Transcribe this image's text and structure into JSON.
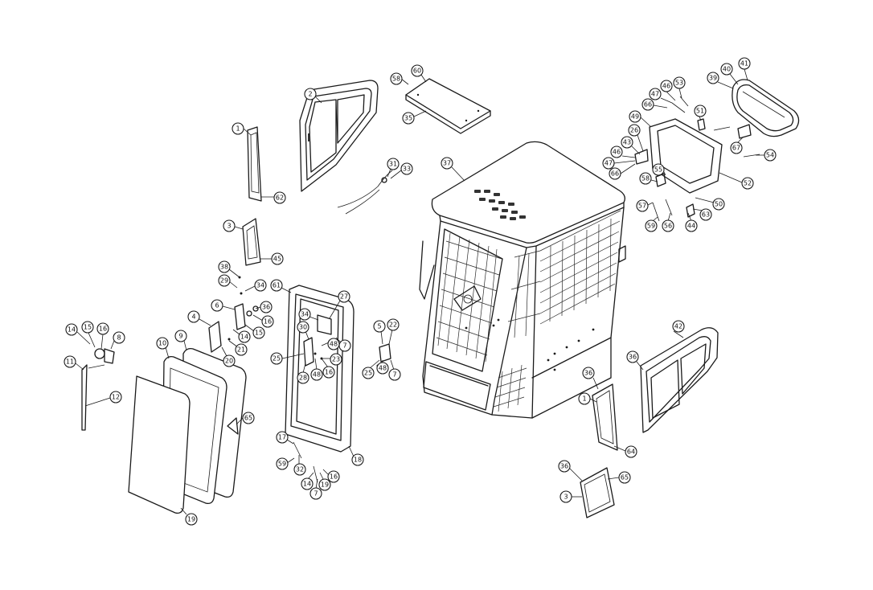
{
  "diagram": {
    "callouts": [
      {
        "id": "c1a",
        "label": "1"
      },
      {
        "id": "c62",
        "label": "62"
      },
      {
        "id": "c2",
        "label": "2"
      },
      {
        "id": "c3a",
        "label": "3"
      },
      {
        "id": "c45",
        "label": "45"
      },
      {
        "id": "c60",
        "label": "60"
      },
      {
        "id": "c58a",
        "label": "58"
      },
      {
        "id": "c35",
        "label": "35"
      },
      {
        "id": "c31",
        "label": "31"
      },
      {
        "id": "c33",
        "label": "33"
      },
      {
        "id": "c37",
        "label": "37"
      },
      {
        "id": "c39",
        "label": "39"
      },
      {
        "id": "c40",
        "label": "40"
      },
      {
        "id": "c41",
        "label": "41"
      },
      {
        "id": "c47a",
        "label": "47"
      },
      {
        "id": "c46a",
        "label": "46"
      },
      {
        "id": "c53",
        "label": "53"
      },
      {
        "id": "c66a",
        "label": "66"
      },
      {
        "id": "c51",
        "label": "51"
      },
      {
        "id": "c49",
        "label": "49"
      },
      {
        "id": "c26",
        "label": "26"
      },
      {
        "id": "c43",
        "label": "43"
      },
      {
        "id": "c46b",
        "label": "46"
      },
      {
        "id": "c47b",
        "label": "47"
      },
      {
        "id": "c66b",
        "label": "66"
      },
      {
        "id": "c55",
        "label": "55"
      },
      {
        "id": "c58b",
        "label": "58"
      },
      {
        "id": "c67",
        "label": "67"
      },
      {
        "id": "c54",
        "label": "54"
      },
      {
        "id": "c52",
        "label": "52"
      },
      {
        "id": "c57",
        "label": "57"
      },
      {
        "id": "c50",
        "label": "50"
      },
      {
        "id": "c59a",
        "label": "59"
      },
      {
        "id": "c56",
        "label": "56"
      },
      {
        "id": "c44",
        "label": "44"
      },
      {
        "id": "c63",
        "label": "63"
      },
      {
        "id": "c38",
        "label": "38"
      },
      {
        "id": "c29",
        "label": "29"
      },
      {
        "id": "c34a",
        "label": "34"
      },
      {
        "id": "c6",
        "label": "6"
      },
      {
        "id": "c4",
        "label": "4"
      },
      {
        "id": "c36a",
        "label": "36"
      },
      {
        "id": "c15a",
        "label": "15"
      },
      {
        "id": "c16a",
        "label": "16"
      },
      {
        "id": "c14a",
        "label": "14"
      },
      {
        "id": "c21",
        "label": "21"
      },
      {
        "id": "c20",
        "label": "20"
      },
      {
        "id": "c61",
        "label": "61"
      },
      {
        "id": "c27",
        "label": "27"
      },
      {
        "id": "c34b",
        "label": "34"
      },
      {
        "id": "c30",
        "label": "30"
      },
      {
        "id": "c48a",
        "label": "48"
      },
      {
        "id": "c7a",
        "label": "7"
      },
      {
        "id": "c25a",
        "label": "25"
      },
      {
        "id": "c23",
        "label": "23"
      },
      {
        "id": "c28",
        "label": "28"
      },
      {
        "id": "c48b",
        "label": "48"
      },
      {
        "id": "c16b",
        "label": "16"
      },
      {
        "id": "c5",
        "label": "5"
      },
      {
        "id": "c22",
        "label": "22"
      },
      {
        "id": "c25b",
        "label": "25"
      },
      {
        "id": "c48c",
        "label": "48"
      },
      {
        "id": "c7b",
        "label": "7"
      },
      {
        "id": "c14b",
        "label": "14"
      },
      {
        "id": "c15b",
        "label": "15"
      },
      {
        "id": "c16c",
        "label": "16"
      },
      {
        "id": "c8",
        "label": "8"
      },
      {
        "id": "c11",
        "label": "11"
      },
      {
        "id": "c12",
        "label": "12"
      },
      {
        "id": "c10",
        "label": "10"
      },
      {
        "id": "c9",
        "label": "9"
      },
      {
        "id": "c65a",
        "label": "65"
      },
      {
        "id": "c19a",
        "label": "19"
      },
      {
        "id": "c17",
        "label": "17"
      },
      {
        "id": "c32",
        "label": "32"
      },
      {
        "id": "c59b",
        "label": "59"
      },
      {
        "id": "c14c",
        "label": "14"
      },
      {
        "id": "c19b",
        "label": "19"
      },
      {
        "id": "c16d",
        "label": "16"
      },
      {
        "id": "c7c",
        "label": "7"
      },
      {
        "id": "c18",
        "label": "18"
      },
      {
        "id": "c42",
        "label": "42"
      },
      {
        "id": "c36b",
        "label": "36"
      },
      {
        "id": "c36c",
        "label": "36"
      },
      {
        "id": "c1b",
        "label": "1"
      },
      {
        "id": "c64",
        "label": "64"
      },
      {
        "id": "c36d",
        "label": "36"
      },
      {
        "id": "c3b",
        "label": "3"
      },
      {
        "id": "c65b",
        "label": "65"
      }
    ]
  }
}
